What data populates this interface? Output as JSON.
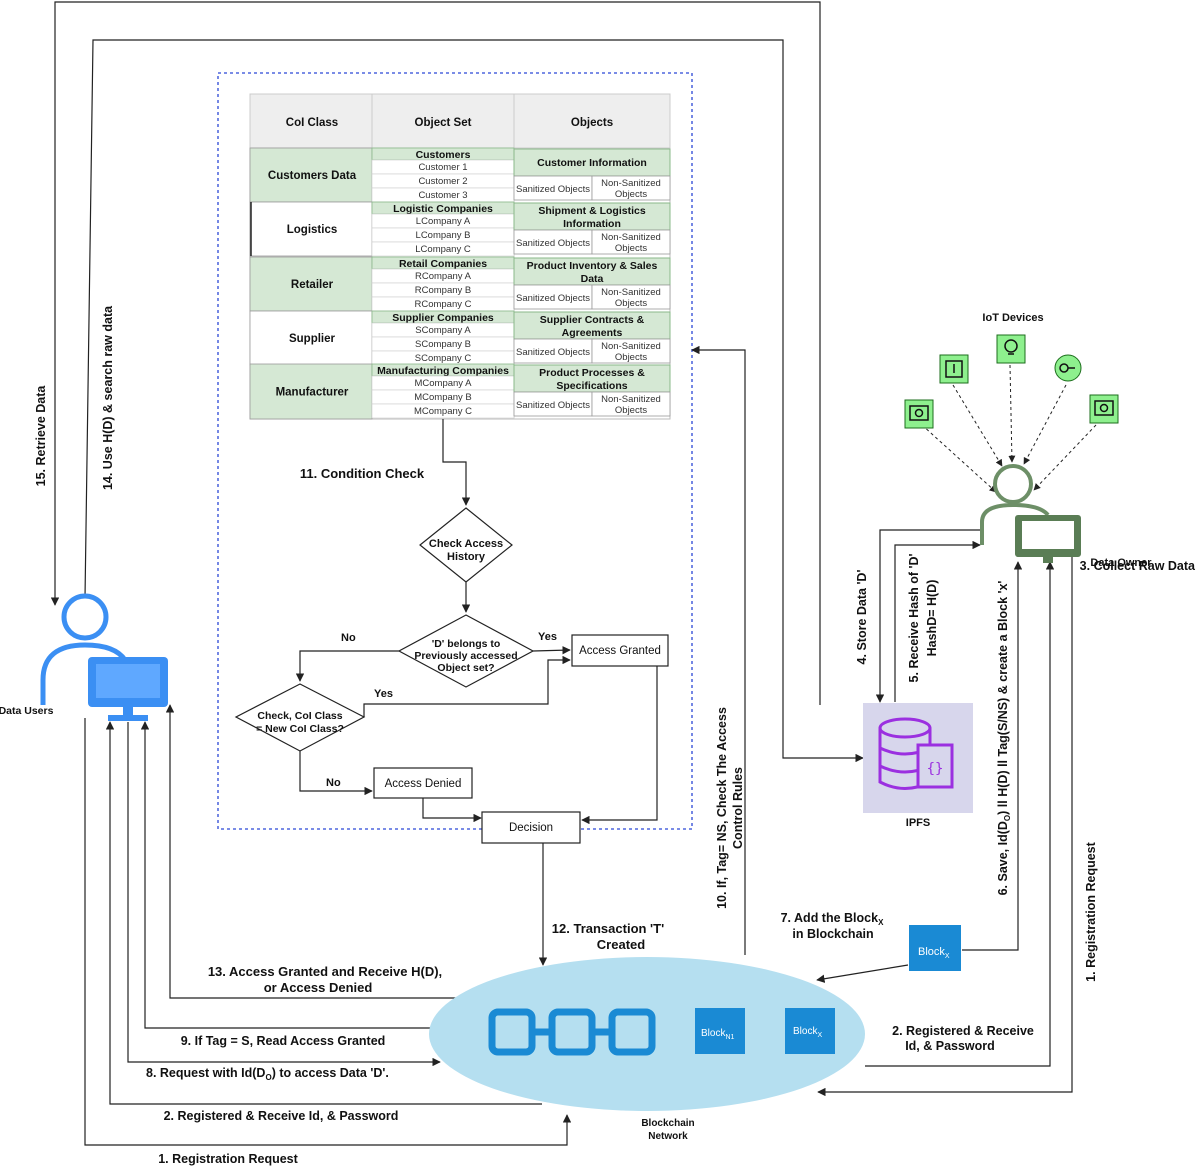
{
  "table": {
    "headers": [
      "CoI Class",
      "Object Set",
      "Objects"
    ],
    "rows": [
      {
        "class": "Customers Data",
        "set": "Customers",
        "members": [
          "Customer 1",
          "Customer 2",
          "Customer 3"
        ],
        "objects": [
          "Customer Information"
        ]
      },
      {
        "class": "Logistics",
        "set": "Logistic Companies",
        "members": [
          "LCompany A",
          "LCompany B",
          "LCompany C"
        ],
        "objects": [
          "Shipment & Logistics",
          "Information"
        ]
      },
      {
        "class": "Retailer",
        "set": "Retail Companies",
        "members": [
          "RCompany A",
          "RCompany B",
          "RCompany C"
        ],
        "objects": [
          "Product Inventory & Sales",
          "Data"
        ]
      },
      {
        "class": "Supplier",
        "set": "Supplier Companies",
        "members": [
          "SCompany A",
          "SCompany B",
          "SCompany C"
        ],
        "objects": [
          "Supplier Contracts &",
          "Agreements"
        ]
      },
      {
        "class": "Manufacturer",
        "set": "Manufacturing Companies",
        "members": [
          "MCompany A",
          "MCompany B",
          "MCompany C"
        ],
        "objects": [
          "Product Processes &",
          "Specifications"
        ]
      }
    ],
    "sanitized": "Sanitized Objects",
    "non_sanitized": [
      "Non-Sanitized",
      "Objects"
    ]
  },
  "flow": {
    "condition_check": "11. Condition Check",
    "check_history": [
      "Check Access",
      "History"
    ],
    "belongs": [
      "'D' belongs to",
      "Previously accessed",
      "Object set?"
    ],
    "coi_check": [
      "Check, CoI Class",
      "= New CoI Class?"
    ],
    "granted": "Access Granted",
    "denied": "Access Denied",
    "decision": "Decision",
    "no1": "No",
    "yes1": "Yes",
    "yes2": "Yes",
    "no2": "No"
  },
  "entities": {
    "data_users": "Data Users",
    "data_owner": "Data Owner",
    "iot": "IoT Devices",
    "ipfs": "IPFS",
    "blockchain": [
      "Blockchain",
      "Network"
    ],
    "block_n1": "Block",
    "block_n1_sub": "N1",
    "block_x": "Block",
    "block_x_sub": "X"
  },
  "steps": {
    "s1_bottom": "1. Registration Request",
    "s2_bottom": "2. Registered & Receive Id, & Password",
    "s8": "8. Request with Id(D",
    "s8_sub": "O",
    "s8_end": ") to access Data 'D'.",
    "s9": "9. If Tag = S, Read Access Granted",
    "s13": [
      "13. Access Granted and Receive H(D),",
      "or Access Denied"
    ],
    "s12": [
      "12. Transaction 'T'",
      "Created"
    ],
    "s10": [
      "10. If, Tag= NS, Check The Access",
      "Control Rules"
    ],
    "s7": "7. Add the Block",
    "s7_sub": "X",
    "s7_end": "in Blockchain",
    "s2_right": [
      "2. Registered & Receive",
      "Id, & Password"
    ],
    "s1_right": "1. Registration Request",
    "s6": "6. Save, Id(D",
    "s6_sub": "O",
    "s6_end": ") ll H(D) ll Tag(S/NS) & create a Block 'x'",
    "s5": [
      "5. Receive Hash of 'D'",
      "HashD= H(D)"
    ],
    "s4": "4. Store Data 'D'",
    "s3": "3. Collect Raw Data",
    "s14": "14. Use H(D) & search raw data",
    "s15": "15. Retrieve Data"
  },
  "colors": {
    "table_green": "#d5e8d4",
    "user_blue": "#3b8ff3",
    "owner_green": "#6d8f67",
    "chain_blue": "#1a8ad4",
    "ellipse": "#b5dff0",
    "ipfs_bg": "#d7d6ec",
    "ipfs_icon": "#9b30e0",
    "iot_green": "#8ef08e"
  }
}
